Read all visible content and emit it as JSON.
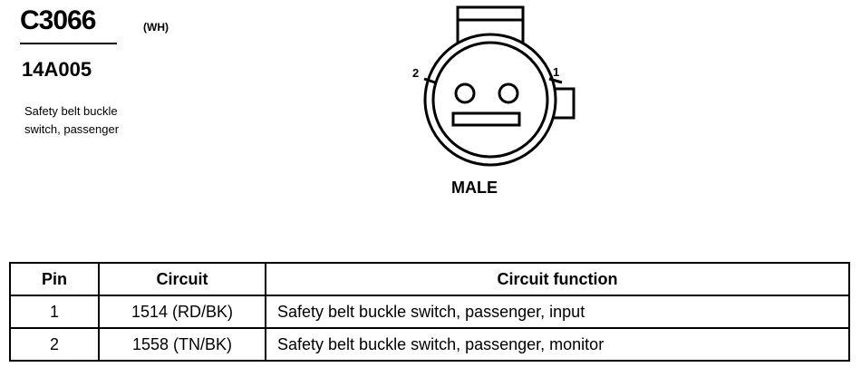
{
  "connector": {
    "id": "C3066",
    "color_code": "(WH)",
    "part_number": "14A005",
    "description_line1": "Safety belt buckle",
    "description_line2": "switch, passenger"
  },
  "diagram": {
    "pin_left_label": "2",
    "pin_right_label": "1",
    "gender": "MALE"
  },
  "table": {
    "headers": [
      "Pin",
      "Circuit",
      "Circuit function"
    ],
    "rows": [
      {
        "pin": "1",
        "circuit": "1514 (RD/BK)",
        "function": "Safety belt buckle switch, passenger, input"
      },
      {
        "pin": "2",
        "circuit": "1558 (TN/BK)",
        "function": "Safety belt buckle switch, passenger, monitor"
      }
    ]
  }
}
